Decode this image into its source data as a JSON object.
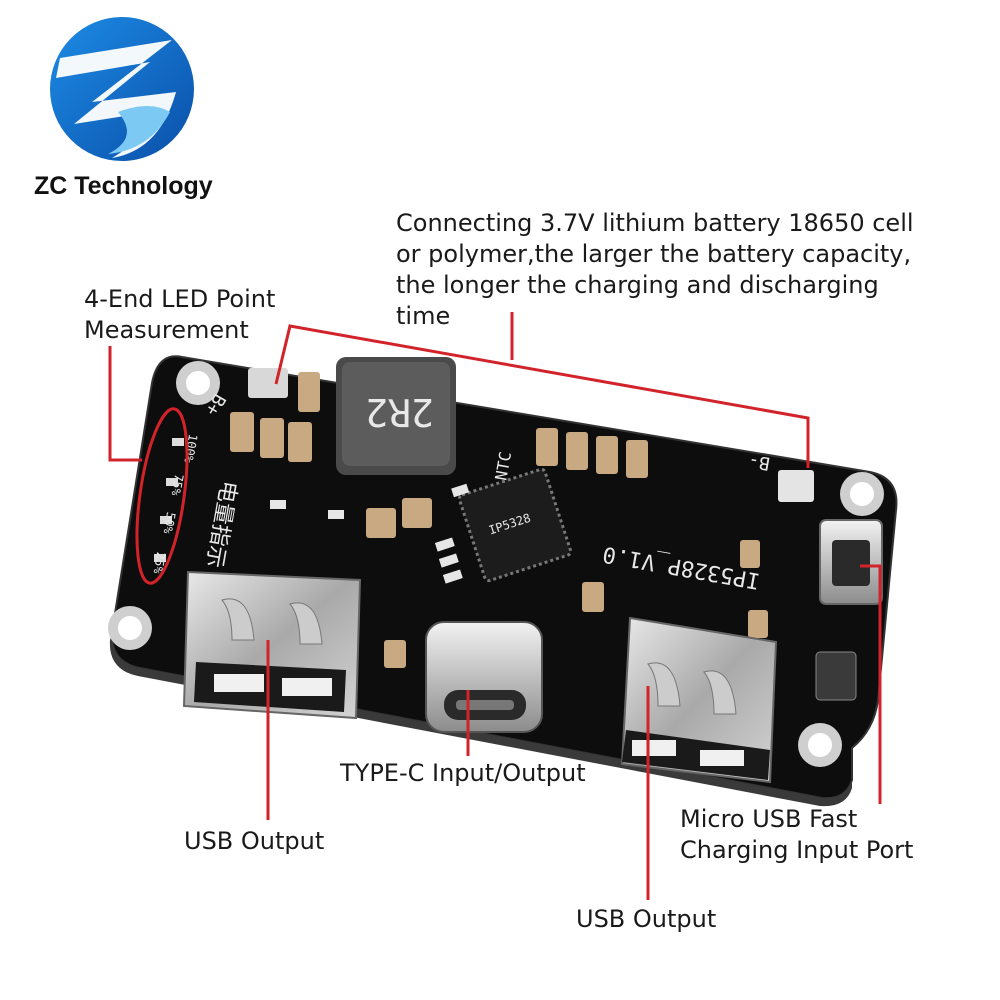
{
  "brand": {
    "name": "ZC Technology",
    "logo_colors": {
      "outer": "#0b6fd0",
      "inner": "#6ec1f2",
      "mark": "#ffffff"
    }
  },
  "callouts": {
    "battery": "Connecting 3.7V lithium battery 18650 cell\nor polymer,the larger the battery capacity,\nthe longer the charging and discharging\ntime",
    "led": "4-End LED Point\nMeasurement",
    "typec": "TYPE-C Input/Output",
    "usb_left": "USB Output",
    "usb_right": "USB Output",
    "micro_usb": "Micro USB Fast\nCharging Input Port"
  },
  "board": {
    "silkscreen": {
      "model": "IP5328P_V1.0",
      "inductor": "2R2",
      "ntc": "NTC",
      "b_plus": "B+",
      "b_minus": "B-",
      "chip": "IP5328",
      "indicator_cn": "电量指示",
      "led_levels": [
        "100%",
        "75%",
        "50%",
        "25%"
      ]
    },
    "colors": {
      "pcb": "#0d0d0e",
      "edge": "#2a2a2a",
      "callout_line": "#d2232a",
      "led_ring": "#e0202a"
    }
  }
}
